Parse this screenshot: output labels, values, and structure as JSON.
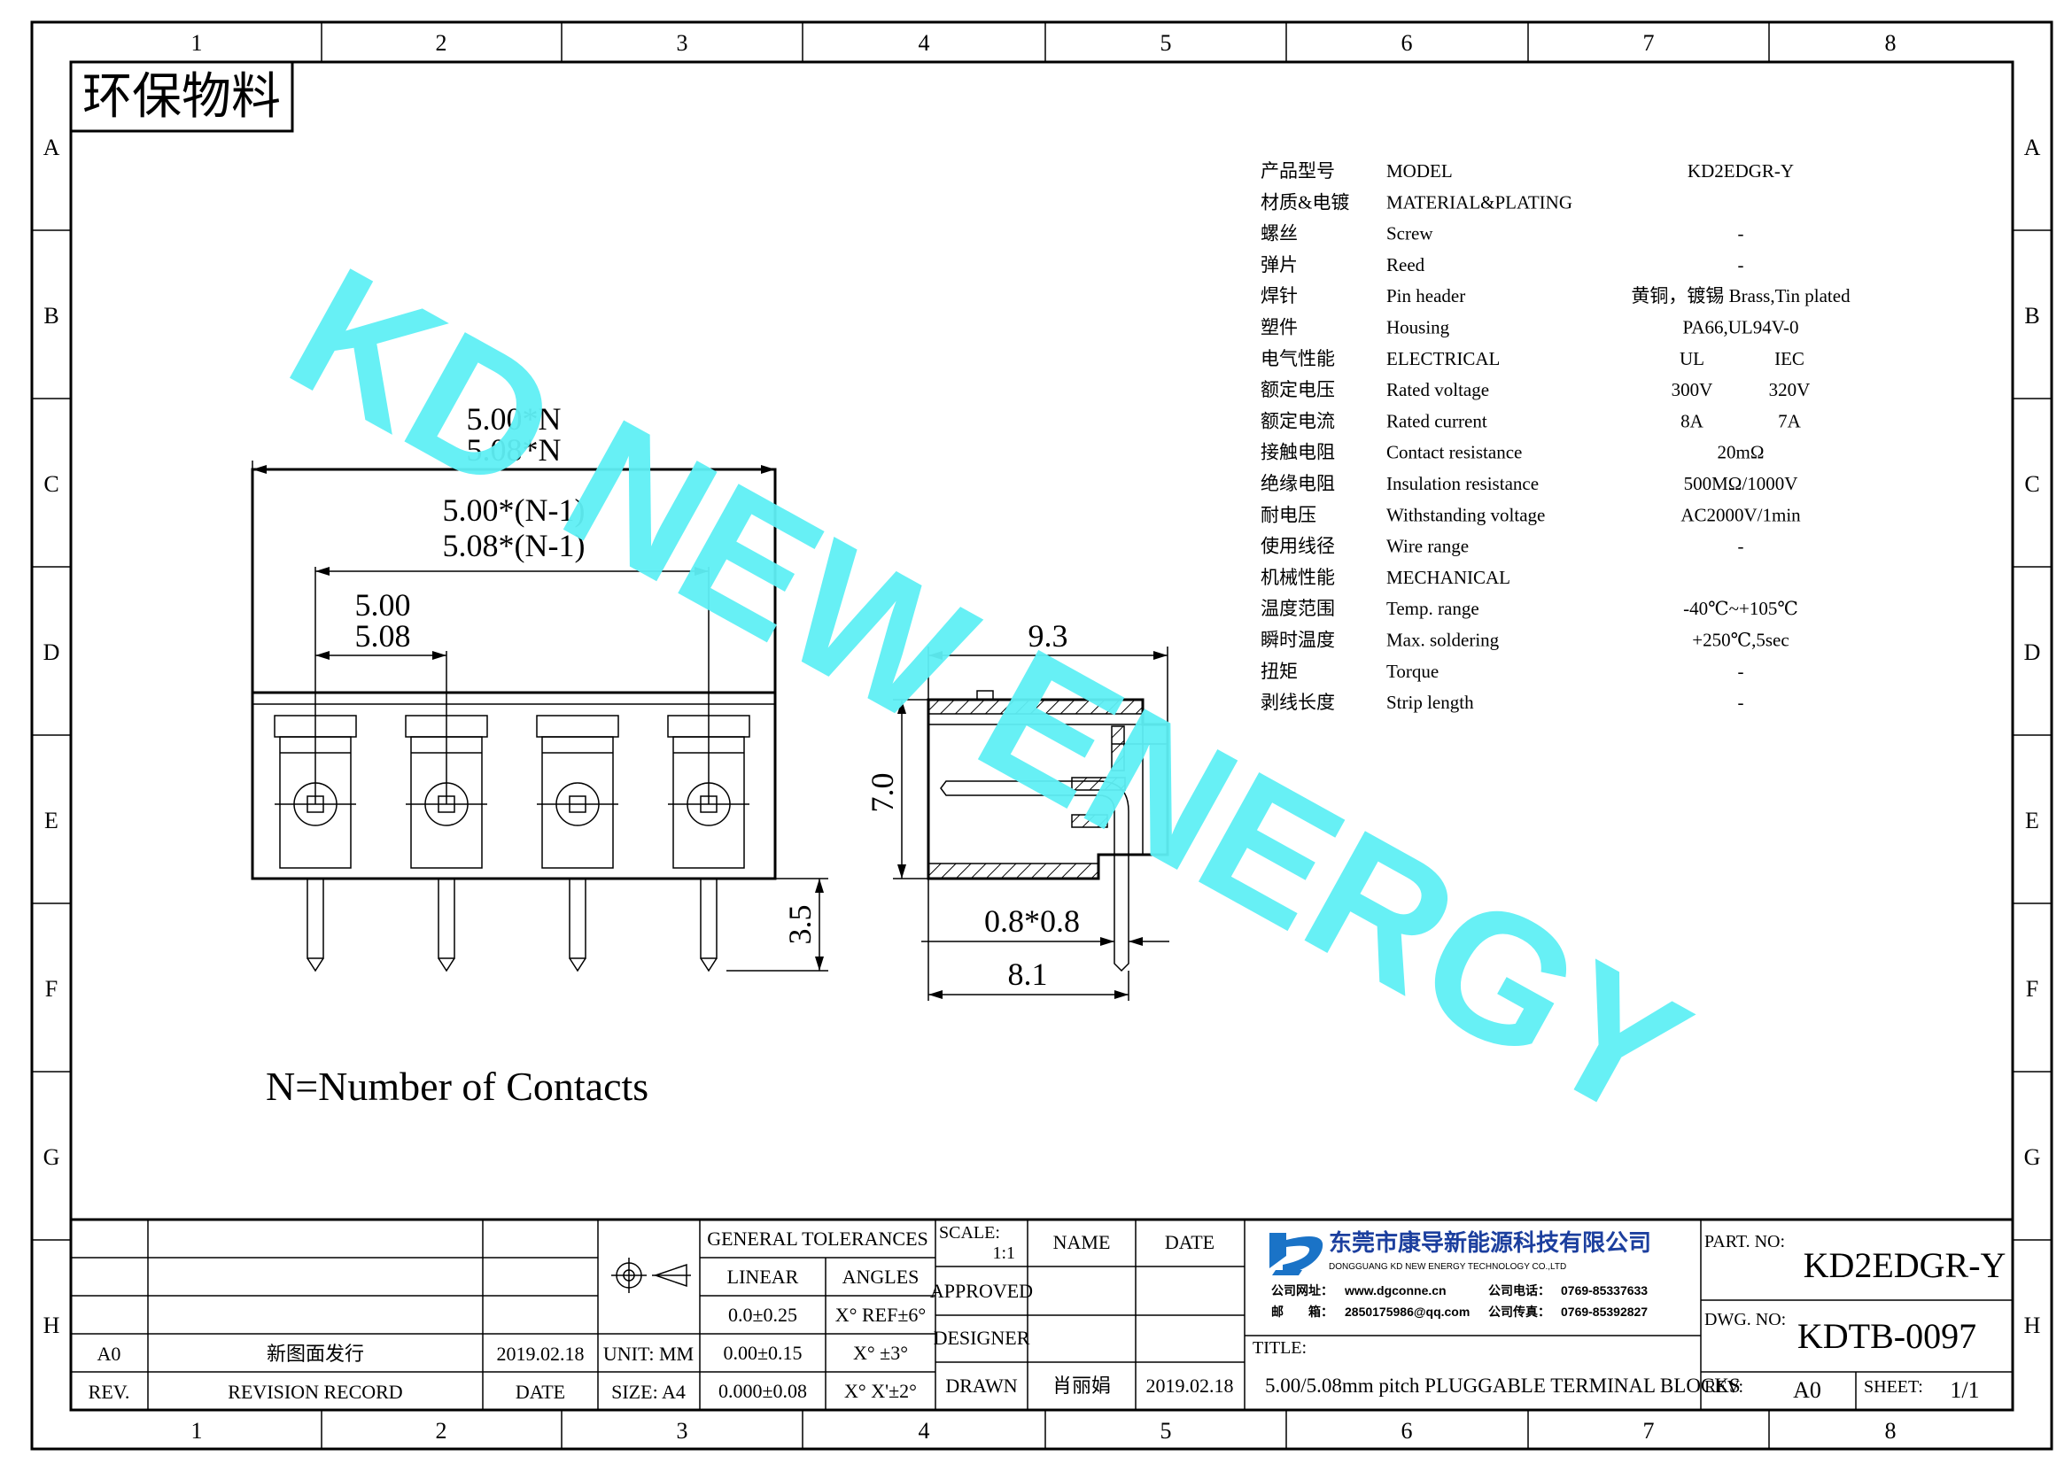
{
  "frame": {
    "col_labels": [
      "1",
      "2",
      "3",
      "4",
      "5",
      "6",
      "7",
      "8"
    ],
    "row_labels": [
      "A",
      "B",
      "C",
      "D",
      "E",
      "F",
      "G",
      "H"
    ]
  },
  "stamp": "环保物料",
  "watermark": "KD NEW ENERGY",
  "front_view": {
    "dim_pitch_n_1": "5.00*N",
    "dim_pitch_n_2": "5.08*N",
    "dim_pitch_n1_1": "5.00*(N-1)",
    "dim_pitch_n1_2": "5.08*(N-1)",
    "dim_pitch_1": "5.00",
    "dim_pitch_2": "5.08",
    "dim_pin": "3.5",
    "note": "N=Number of Contacts"
  },
  "side_view": {
    "dim_depth": "9.3",
    "dim_height": "7.0",
    "dim_pin_section": "0.8*0.8",
    "dim_base": "8.1"
  },
  "specs": [
    {
      "cn": "产品型号",
      "en": "MODEL",
      "v1": "KD2EDGR-Y",
      "v2": ""
    },
    {
      "cn": "材质&电镀",
      "en": "MATERIAL&PLATING",
      "v1": "",
      "v2": ""
    },
    {
      "cn": "螺丝",
      "en": "Screw",
      "v1": "-",
      "v2": ""
    },
    {
      "cn": "弹片",
      "en": "Reed",
      "v1": "-",
      "v2": ""
    },
    {
      "cn": "焊针",
      "en": "Pin header",
      "v1": "黄铜，镀锡 Brass,Tin plated",
      "v2": ""
    },
    {
      "cn": "塑件",
      "en": "Housing",
      "v1": "PA66,UL94V-0",
      "v2": ""
    },
    {
      "cn": "电气性能",
      "en": "ELECTRICAL",
      "v1": "UL",
      "v2": "IEC"
    },
    {
      "cn": "额定电压",
      "en": "Rated voltage",
      "v1": "300V",
      "v2": "320V"
    },
    {
      "cn": "额定电流",
      "en": "Rated current",
      "v1": "8A",
      "v2": "7A"
    },
    {
      "cn": "接触电阻",
      "en": "Contact resistance",
      "v1": "20mΩ",
      "v2": ""
    },
    {
      "cn": "绝缘电阻",
      "en": "Insulation resistance",
      "v1": "500MΩ/1000V",
      "v2": ""
    },
    {
      "cn": "耐电压",
      "en": "Withstanding voltage",
      "v1": "AC2000V/1min",
      "v2": ""
    },
    {
      "cn": "使用线径",
      "en": "Wire range",
      "v1": "-",
      "v2": ""
    },
    {
      "cn": "机械性能",
      "en": "MECHANICAL",
      "v1": "",
      "v2": ""
    },
    {
      "cn": "温度范围",
      "en": "Temp. range",
      "v1": "-40℃~+105℃",
      "v2": ""
    },
    {
      "cn": "瞬时温度",
      "en": "Max. soldering",
      "v1": "+250℃,5sec",
      "v2": ""
    },
    {
      "cn": "扭矩",
      "en": "Torque",
      "v1": "-",
      "v2": ""
    },
    {
      "cn": "剥线长度",
      "en": "Strip length",
      "v1": "-",
      "v2": ""
    }
  ],
  "title_block": {
    "rev_code": "A0",
    "rev_desc": "新图面发行",
    "rev_date": "2019.02.18",
    "hdr_rev": "REV.",
    "hdr_record": "REVISION RECORD",
    "hdr_date": "DATE",
    "unit": "UNIT: MM",
    "size": "SIZE: A4",
    "tol_title": "GENERAL TOLERANCES",
    "tol_linear": "LINEAR",
    "tol_angles": "ANGLES",
    "tol_l1": "0.0±0.25",
    "tol_l2": "0.00±0.15",
    "tol_l3": "0.000±0.08",
    "tol_a1": "X° REF±6°",
    "tol_a2": "X° ±3°",
    "tol_a3": "X° X'±2°",
    "scale_label": "SCALE:",
    "scale_value": "1:1",
    "approved": "APPROVED",
    "designer": "DESIGNER",
    "drawn": "DRAWN",
    "name_hdr": "NAME",
    "date_hdr": "DATE",
    "drawn_name": "肖丽娟",
    "drawn_date": "2019.02.18",
    "company_cn": "东莞市康导新能源科技有限公司",
    "company_en": "DONGGUANG KD NEW ENERGY TECHNOLOGY CO.,LTD",
    "web_label": "公司网址：",
    "web": "www.dgconne.cn",
    "tel_label": "公司电话：",
    "tel": "0769-85337633",
    "mail_label": "邮　　箱：",
    "mail": "2850175986@qq.com",
    "fax_label": "公司传真：",
    "fax": "0769-85392827",
    "title_label": "TITLE:",
    "title": "5.00/5.08mm pitch PLUGGABLE TERMINAL BLOCKS",
    "part_label": "PART. NO:",
    "part_no": "KD2EDGR-Y",
    "dwg_label": "DWG. NO:",
    "dwg_no": "KDTB-0097",
    "rev_label": "REV:",
    "rev_value": "A0",
    "sheet_label": "SHEET:",
    "sheet_value": "1/1"
  }
}
